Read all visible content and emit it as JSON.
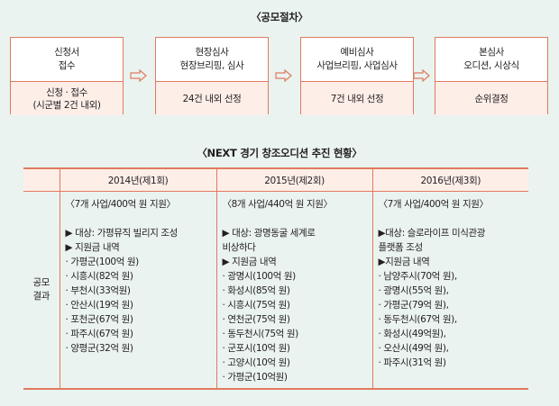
{
  "procedure": {
    "title": "〈공모절차〉",
    "steps": [
      {
        "top": [
          "신청서",
          "접수"
        ],
        "bottom": [
          "신청 · 접수",
          "(시군별 2건 내외)"
        ]
      },
      {
        "top": [
          "현장심사",
          "현장브리핑, 심사"
        ],
        "bottom": [
          "24건 내외 선정"
        ]
      },
      {
        "top": [
          "예비심사",
          "사업브리핑, 사업심사"
        ],
        "bottom": [
          "7건 내외 선정"
        ]
      },
      {
        "top": [
          "본심사",
          "오디션, 시상식"
        ],
        "bottom": [
          "순위결정"
        ]
      }
    ],
    "arrow_glyph": "⇨"
  },
  "status": {
    "title": "〈NEXT 경기 창조오디션 추진 현황〉",
    "row_label": [
      "공모",
      "결과"
    ],
    "columns": [
      {
        "header": "2014년(제1회)",
        "summary": "〈7개 사업/400억 원 지원〉",
        "lines": [
          "▶ 대상: 가평뮤직 빌리지 조성",
          "▶ 지원금 내역",
          "· 가평군(100억 원)",
          "· 시흥시(82억 원)",
          "· 부천시(33억원)",
          "· 안산시(19억 원)",
          "· 포천군(67억 원)",
          "· 파주시(67억 원)",
          "· 양평군(32억 원)"
        ]
      },
      {
        "header": "2015년(제2회)",
        "summary": "〈8개 사업/440억 원 지원〉",
        "lines": [
          "▶ 대상: 광명동굴 세계로",
          "비상하다",
          "▶ 지원금 내역",
          "· 광명시(100억 원)",
          "· 화성시(85억 원)",
          "· 시흥시(75억 원)",
          "· 연천군(75억 원)",
          "· 동두천시(75억 원)",
          "· 군포시(10억 원)",
          "· 고양시(10억 원)",
          "· 가평군(10억원)"
        ]
      },
      {
        "header": "2016년(제3회)",
        "summary": "〈7개 사업/400억 원 지원〉",
        "lines": [
          "▶대상: 슬로라이프 미식관광",
          "플랫폼 조성",
          "▶지원금 내역",
          "· 남양주시(70억 원),",
          "· 광명시(55억 원),",
          "· 가평군(79억 원),",
          "· 동두천시(67억 원),",
          "· 화성시(49억원),",
          "· 오산시(49억 원),",
          "· 파주시(31억 원)"
        ]
      }
    ]
  },
  "colors": {
    "background": "#eaf3f0",
    "border": "#e07a5f",
    "cell_tint": "#fdeee8"
  }
}
